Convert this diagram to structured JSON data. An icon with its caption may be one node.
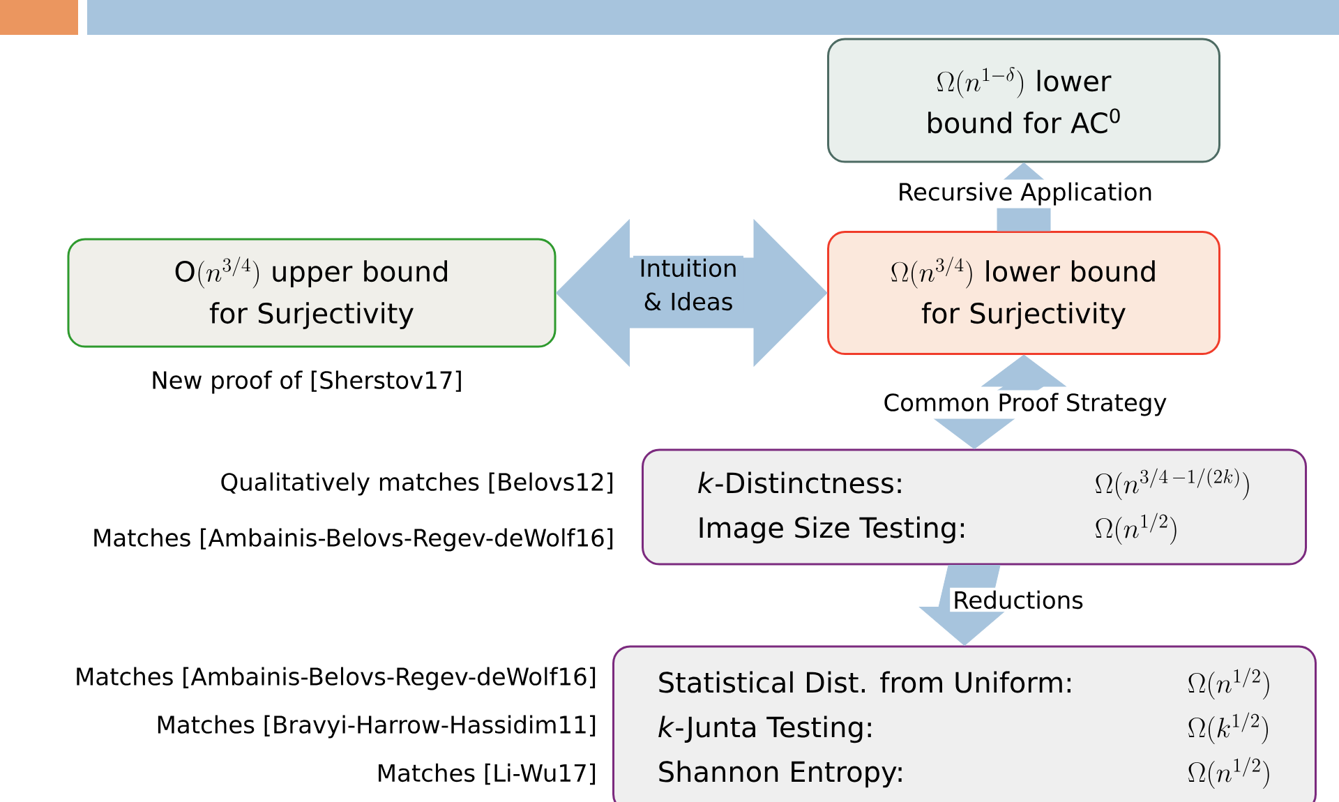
{
  "diagram": {
    "nodes": [
      {
        "text": [
          "\\Omega(n^{1-\\delta})",
          "lower bound for AC$^{0}$"
        ]
      },
      {
        "text": [
          "\\mathrm{O}(n^{3/4})",
          "upper bound for Surjectivity"
        ],
        "beside": [
          "New proof of [Sherstov17]"
        ]
      },
      {
        "text": [
          "\\Omega(n^{3/4})",
          "lower bound for Surjectivity"
        ]
      },
      {
        "text": [
          "*k*-Distinctness:",
          "\\Omega(n^{3/4\\,-1/(2k)})",
          "Image Size Testing:",
          "\\Omega(n^{1/2})"
        ],
        "beside": [
          "Qualitatively matches [Belovs12]",
          "Matches [Ambainis-Belovs-Regev-deWolf16]"
        ]
      },
      {
        "text": [
          "Statistical Dist. from Uniform:",
          "\\Omega(n^{1/2})",
          "*k*-Junta Testing:",
          "\\Omega(k^{1/2})",
          "Shannon Entropy:",
          "\\Omega(n^{1/2})"
        ],
        "beside": [
          "Matches [Ambainis-Belovs-Regev-deWolf16]",
          "Matches [Bravyi-Harrow-Hassidim11]",
          "Matches [Li-Wu17]"
        ]
      }
    ],
    "edges": [
      {
        "from": 2,
        "to": 0,
        "arrow": "to",
        "label": "Recursive Application",
        "style": "thick"
      },
      {
        "from": 1,
        "to": 2,
        "arrow": "both",
        "label": "Intuition & Ideas",
        "style": "thick"
      },
      {
        "from": 2,
        "to": 3,
        "arrow": "both",
        "label": "Common Proof Strategy",
        "style": "thick"
      },
      {
        "from": 3,
        "to": 4,
        "arrow": "to",
        "label": "Reductions",
        "style": "thick"
      }
    ]
  }
}
